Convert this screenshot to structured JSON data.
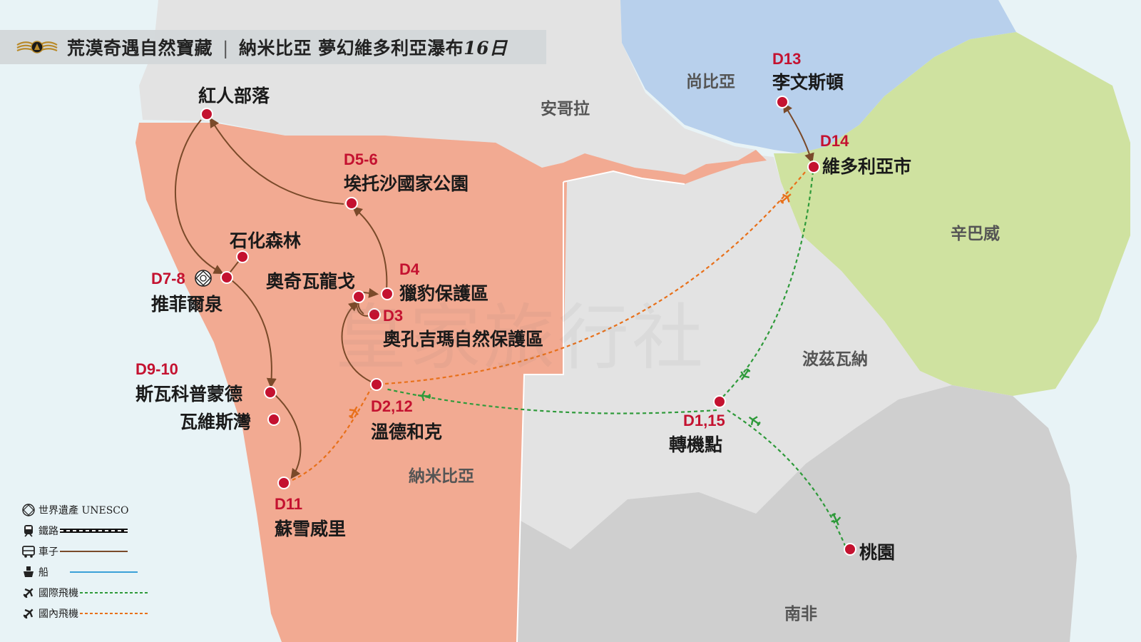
{
  "title": {
    "main": "荒漠奇遇自然寶藏",
    "separator": "|",
    "sub": "納米比亞  夢幻維多利亞瀑布",
    "days": "16日"
  },
  "watermark": "皇家旅行社",
  "countries": {
    "angola": "安哥拉",
    "zambia": "尚比亞",
    "zimbabwe": "辛巴威",
    "botswana": "波茲瓦納",
    "namibia": "納米比亞",
    "south_africa": "南非"
  },
  "cities": {
    "red_drum": {
      "name": "紅人部落"
    },
    "etosha": {
      "name": "埃托沙國家公園",
      "day": "D5-6"
    },
    "petrified_forest": {
      "name": "石化森林"
    },
    "twyfelfontein": {
      "name": "推菲爾泉",
      "day": "D7-8"
    },
    "okavango": {
      "name": "奧奇瓦龍戈"
    },
    "cheetah": {
      "name": "獵豹保護區",
      "day": "D4"
    },
    "okonjima": {
      "name": "奧孔吉瑪自然保護區",
      "day": "D3"
    },
    "swakopmund": {
      "name": "斯瓦科普蒙德",
      "day": "D9-10"
    },
    "walvis_bay": {
      "name": "瓦維斯灣"
    },
    "sossusvlei": {
      "name": "蘇雪威里",
      "day": "D11"
    },
    "windhoek": {
      "name": "溫德和克",
      "day": "D2,12"
    },
    "livingstone": {
      "name": "李文斯頓",
      "day": "D13"
    },
    "victoria_falls": {
      "name": "維多利亞市",
      "day": "D14"
    },
    "transit": {
      "name": "轉機點",
      "day": "D1,15"
    },
    "taoyuan": {
      "name": "桃園"
    }
  },
  "legend": [
    {
      "label": "世界遺產 UNESCO",
      "icon": "unesco-icon"
    },
    {
      "label": "鐵路",
      "icon": "train-icon",
      "line": "rail"
    },
    {
      "label": "車子",
      "icon": "bus-icon",
      "line": "car"
    },
    {
      "label": "船",
      "icon": "boat-icon",
      "line": "boat"
    },
    {
      "label": "國際飛機",
      "icon": "plane-icon",
      "line": "intl"
    },
    {
      "label": "國內飛機",
      "icon": "plane-icon",
      "line": "domestic"
    }
  ],
  "colors": {
    "namibia": "#f2aa92",
    "zambia": "#b8d0ec",
    "zimbabwe": "#cfe2a0",
    "neighbor": "#e3e3e3",
    "south_africa": "#cfcfcf",
    "sea": "#e8f3f6",
    "marker": "#c41230",
    "car_route": "#7a4a2a",
    "intl_flight": "#2e9a3a",
    "domestic_flight": "#e8701a",
    "boat": "#3aa0d8"
  }
}
